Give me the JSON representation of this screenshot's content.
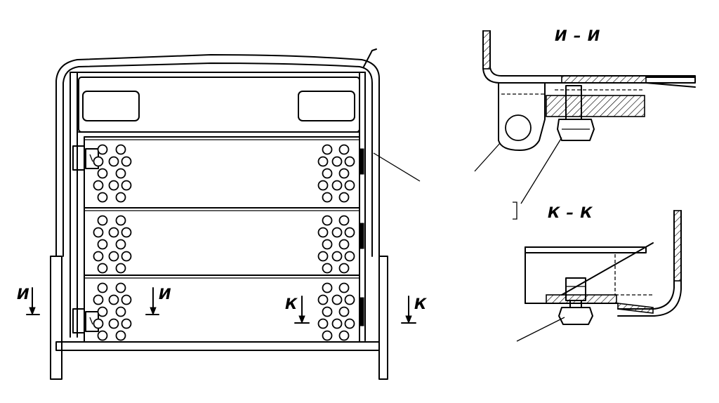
{
  "labels": {
    "section_i_left": "И",
    "section_i_mid": "И",
    "section_k_mid": "К",
    "section_k_right": "К"
  },
  "sections": {
    "i_title": "И – И",
    "k_title": "К – К"
  }
}
